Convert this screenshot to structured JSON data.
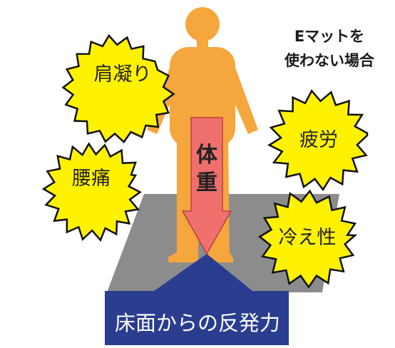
{
  "title": {
    "line1": "Eマットを",
    "line2": "使わない場合"
  },
  "symptoms": {
    "shoulder": "肩凝り",
    "back": "腰痛",
    "fatigue": "疲労",
    "cold": "冷え性"
  },
  "weight_arrow": {
    "char1": "体",
    "char2": "重"
  },
  "reaction_force": "床面からの反発力",
  "colors": {
    "floor": "#8c8c8c",
    "figure": "#f5a63c",
    "burst_fill": "#fff200",
    "weight_arrow": "#f0706e",
    "reaction_arrow": "#2a3d8f"
  }
}
